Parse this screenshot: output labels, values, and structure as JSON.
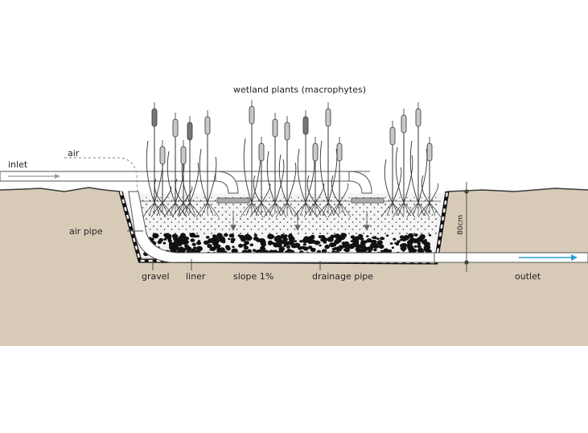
{
  "labels": {
    "title": "wetland plants (macrophytes)",
    "inlet": "inlet",
    "air": "air",
    "air_pipe": "air pipe",
    "gravel": "gravel",
    "liner": "liner",
    "slope": "slope 1%",
    "drainage_pipe": "drainage pipe",
    "outlet": "outlet",
    "depth": "80cm"
  },
  "colors": {
    "soil": "#d7cbb8",
    "ground_line": "#3a3a3a",
    "gravel_fill": "#f2f2f2",
    "pipe_fill": "#ffffff",
    "plant_stroke": "#333333",
    "cattail_light": "#c8c8c8",
    "cattail_dark": "#777777",
    "outlet_arrow": "#2a9fd6",
    "inlet_arrow": "#999999"
  },
  "icons": {
    "inlet_flow": "arrow-right-icon",
    "outlet_flow": "arrow-right-icon"
  }
}
